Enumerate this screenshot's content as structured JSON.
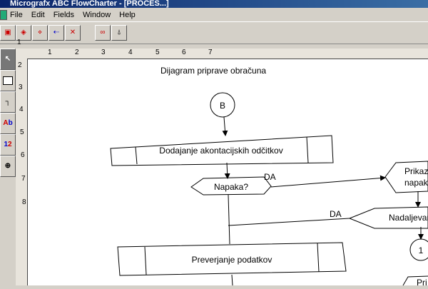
{
  "window": {
    "title": "Micrografx ABC FlowCharter - [PROCES...]"
  },
  "menu": [
    "File",
    "Edit",
    "Fields",
    "Window",
    "Help"
  ],
  "toolbar": {
    "icons": [
      "shape-group-icon",
      "shape-link-icon",
      "shape-connect-icon",
      "line-route-icon",
      "line-delete-icon",
      "link-icon",
      "rocket-icon"
    ]
  },
  "ruler": {
    "horizontal": [
      "1",
      "2",
      "3",
      "4",
      "5",
      "6",
      "7"
    ],
    "vertical": [
      "1",
      "2",
      "3",
      "4",
      "5",
      "6",
      "7",
      "8"
    ]
  },
  "toolbox": {
    "items": [
      {
        "name": "pointer-tool",
        "glyph": "↖"
      },
      {
        "name": "shape-tool",
        "glyph": ""
      },
      {
        "name": "line-tool",
        "glyph": "┐"
      },
      {
        "name": "text-tool",
        "glyph": "Ab"
      },
      {
        "name": "number-tool",
        "glyph": "1→2"
      },
      {
        "name": "zoom-tool",
        "glyph": "🔍"
      }
    ]
  },
  "diagram": {
    "title": "Dijagram priprave obračuna",
    "connector_b": "B",
    "box1": "Dodajanje akontacijskih odčitkov",
    "decision1": "Napaka?",
    "yes1": "DA",
    "display1": [
      "Prikaz",
      "napake"
    ],
    "decision2": "Nadaljevanje",
    "yes2": "DA",
    "box2": "Preverjanje podatkov",
    "connector_1": "1",
    "bottom_shape": "Pri"
  }
}
